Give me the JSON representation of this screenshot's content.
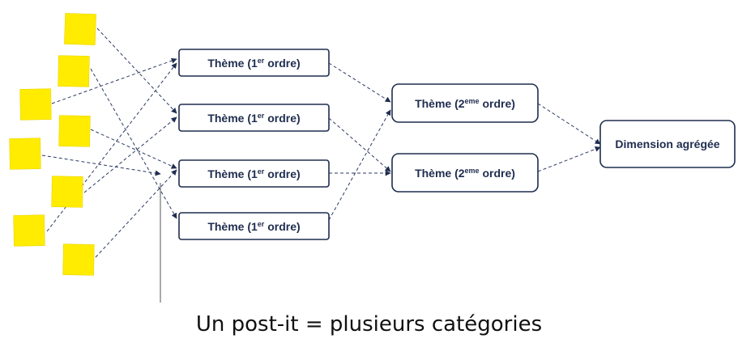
{
  "nodes": {
    "first_order": [
      {
        "base": "Thème (1",
        "sup": "er",
        "tail": " ordre)"
      },
      {
        "base": "Thème (1",
        "sup": "er",
        "tail": " ordre)"
      },
      {
        "base": "Thème (1",
        "sup": "er",
        "tail": " ordre)"
      },
      {
        "base": "Thème (1",
        "sup": "er",
        "tail": " ordre)"
      }
    ],
    "second_order": [
      {
        "base": "Thème (2",
        "sup": "eme",
        "tail": " ordre)"
      },
      {
        "base": "Thème (2",
        "sup": "eme",
        "tail": " ordre)"
      }
    ],
    "aggregate": {
      "label": "Dimension agrégée"
    }
  },
  "caption": "Un post-it = plusieurs catégories",
  "colors": {
    "postit": "#ffec00",
    "node_border": "#1f2d4f",
    "link": "#2b3a63"
  }
}
